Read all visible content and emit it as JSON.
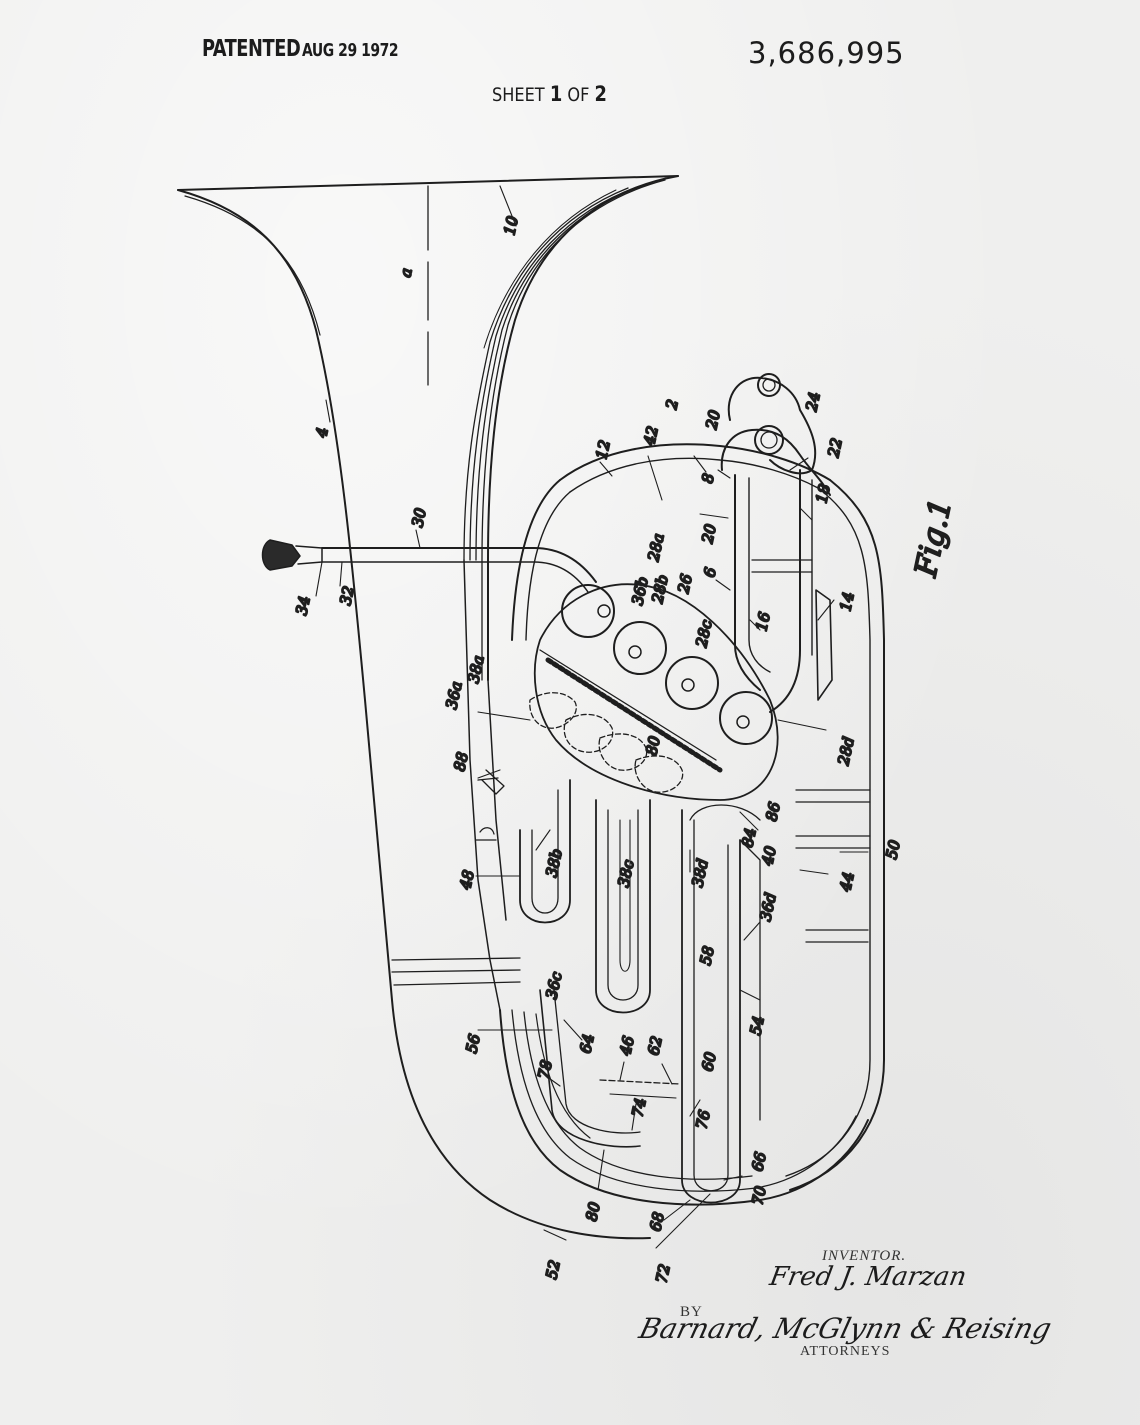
{
  "header": {
    "patented": "PATENTED",
    "date": "AUG 29 1972",
    "patent_number": "3,686,995",
    "sheet": {
      "prefix": "SHEET",
      "current": "1",
      "of": "OF",
      "total": "2"
    }
  },
  "figure": {
    "label": "Fig.1",
    "ref_labels": [
      "10",
      "a",
      "4",
      "2",
      "12",
      "42",
      "20",
      "8",
      "24",
      "22",
      "18",
      "20",
      "6",
      "26",
      "28a",
      "36b",
      "28b",
      "28c",
      "16",
      "14",
      "30",
      "34",
      "32",
      "38a",
      "36a",
      "28d",
      "88",
      "80",
      "86",
      "84",
      "40",
      "50",
      "44",
      "48",
      "38b",
      "38c",
      "38d",
      "36d",
      "36c",
      "58",
      "54",
      "56",
      "64",
      "62",
      "46",
      "60",
      "78",
      "74",
      "76",
      "66",
      "70",
      "80",
      "68",
      "52",
      "72"
    ]
  },
  "footer": {
    "inventor_caption": "INVENTOR.",
    "inventor_name": "Fred J. Marzan",
    "by": "BY",
    "attorneys_signature": "Barnard, McGlynn & Reising",
    "attorneys_caption": "ATTORNEYS"
  }
}
